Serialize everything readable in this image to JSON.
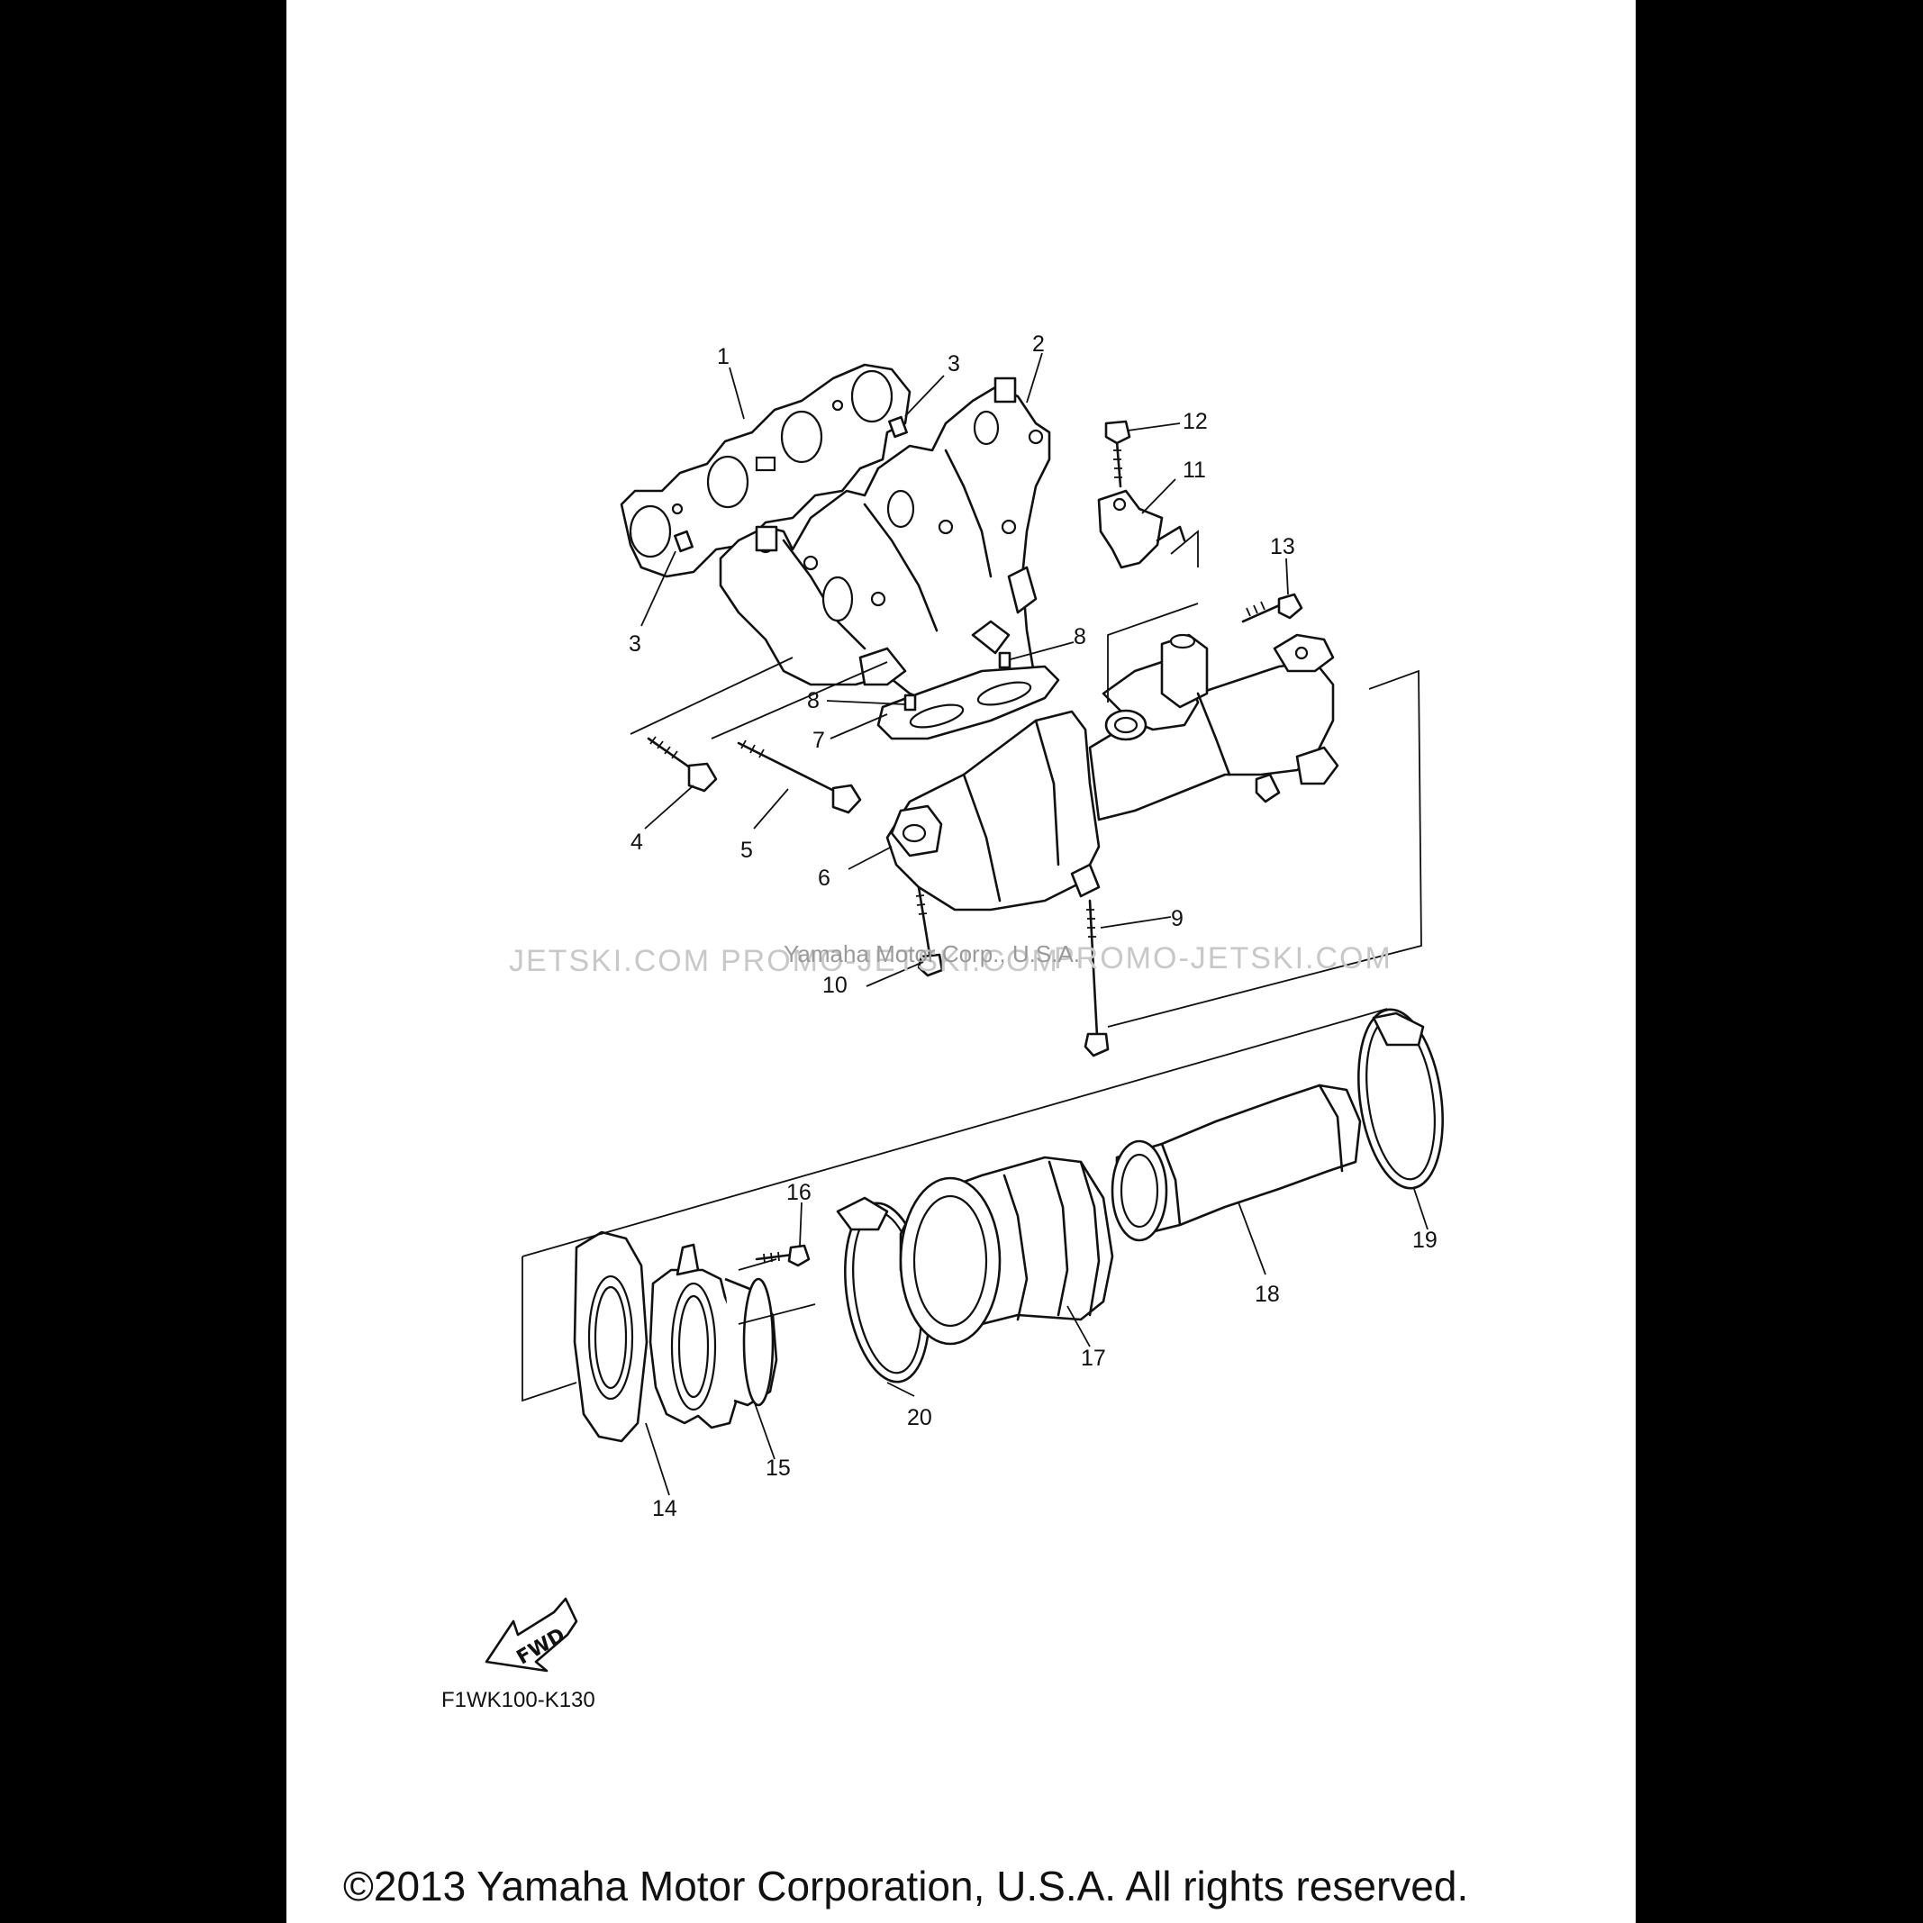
{
  "diagram": {
    "callouts": [
      {
        "id": "1",
        "label": "1"
      },
      {
        "id": "2",
        "label": "2"
      },
      {
        "id": "3a",
        "label": "3"
      },
      {
        "id": "3b",
        "label": "3"
      },
      {
        "id": "4",
        "label": "4"
      },
      {
        "id": "5",
        "label": "5"
      },
      {
        "id": "6",
        "label": "6"
      },
      {
        "id": "7",
        "label": "7"
      },
      {
        "id": "8a",
        "label": "8"
      },
      {
        "id": "8b",
        "label": "8"
      },
      {
        "id": "9",
        "label": "9"
      },
      {
        "id": "10",
        "label": "10"
      },
      {
        "id": "11",
        "label": "11"
      },
      {
        "id": "12",
        "label": "12"
      },
      {
        "id": "13",
        "label": "13"
      },
      {
        "id": "14",
        "label": "14"
      },
      {
        "id": "15",
        "label": "15"
      },
      {
        "id": "16",
        "label": "16"
      },
      {
        "id": "17",
        "label": "17"
      },
      {
        "id": "18",
        "label": "18"
      },
      {
        "id": "19",
        "label": "19"
      },
      {
        "id": "20",
        "label": "20"
      }
    ],
    "watermark_left": "JETSKI.COM",
    "watermark_center": "PROMO-JETSKI.COM",
    "watermark_right": "PROMO-JETSKI.COM",
    "watermark_overlay": "Yamaha Motor Corp., U.S.A.",
    "fwd_label": "FWD",
    "diagram_code": "F1WK100-K130"
  },
  "footer": {
    "copyright": "©2013 Yamaha Motor Corporation, U.S.A. All rights reserved."
  }
}
